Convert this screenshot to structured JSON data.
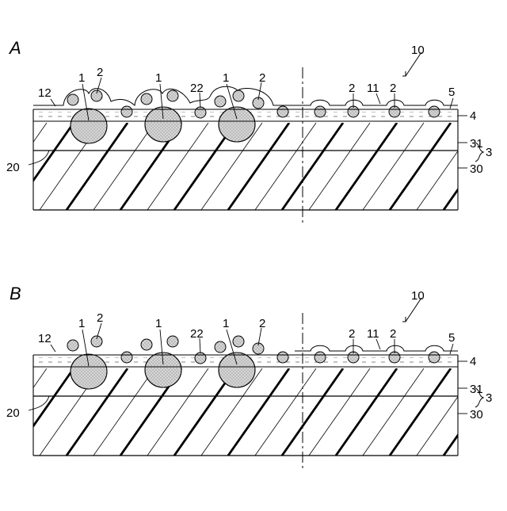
{
  "panels": [
    {
      "title": "A",
      "labels": {
        "ref_device": "10",
        "particle_large": "1",
        "particle_small": "2",
        "particle_agg": "22",
        "film_left": "12",
        "film_right": "11",
        "layer_5": "5",
        "layer_4": "4",
        "layer_31": "31",
        "layer_30": "30",
        "group": "3",
        "interface": "20"
      }
    },
    {
      "title": "B",
      "labels": {
        "ref_device": "10",
        "particle_large": "1",
        "particle_small": "2",
        "particle_agg": "22",
        "film_left": "12",
        "film_right": "11",
        "layer_5": "5",
        "layer_4": "4",
        "layer_31": "31",
        "layer_30": "30",
        "group": "3",
        "interface": "20"
      }
    }
  ],
  "colors": {
    "ink": "#000000",
    "paper": "#ffffff",
    "particle_fill": "#d4d4d4",
    "stipple": "#555555"
  }
}
